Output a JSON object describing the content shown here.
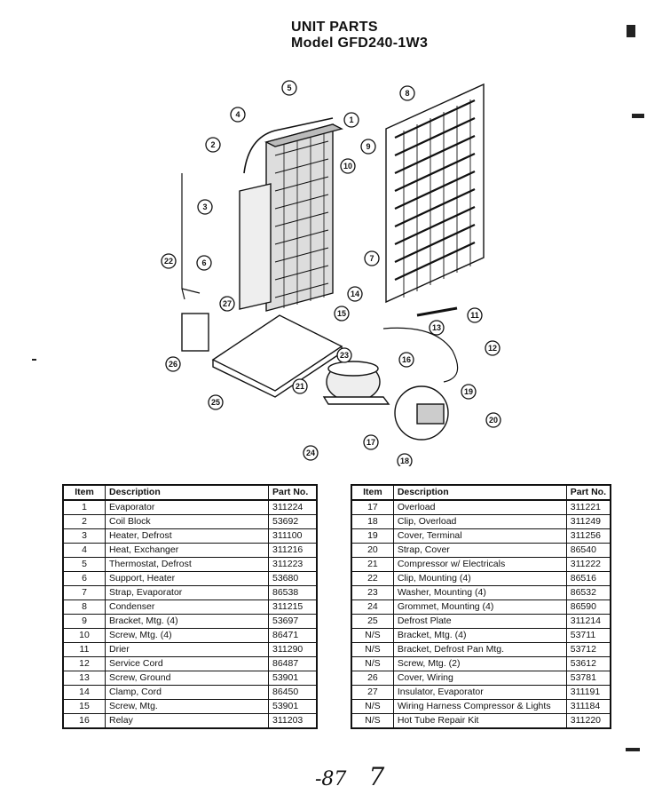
{
  "header": {
    "title_line1": "UNIT PARTS",
    "title_line2": "Model GFD240-1W3"
  },
  "diagram_callouts": [
    "1",
    "2",
    "3",
    "4",
    "5",
    "6",
    "7",
    "8",
    "9",
    "10",
    "11",
    "12",
    "13",
    "14",
    "15",
    "16",
    "17",
    "18",
    "19",
    "20",
    "21",
    "22",
    "23",
    "24",
    "25",
    "26",
    "27"
  ],
  "table_headers": {
    "item": "Item",
    "description": "Description",
    "part_no": "Part No."
  },
  "left_table": [
    {
      "item": "1",
      "description": "Evaporator",
      "part": "311224"
    },
    {
      "item": "2",
      "description": "Coil Block",
      "part": "53692"
    },
    {
      "item": "3",
      "description": "Heater, Defrost",
      "part": "311100"
    },
    {
      "item": "4",
      "description": "Heat, Exchanger",
      "part": "311216"
    },
    {
      "item": "5",
      "description": "Thermostat, Defrost",
      "part": "311223"
    },
    {
      "item": "6",
      "description": "Support, Heater",
      "part": "53680"
    },
    {
      "item": "7",
      "description": "Strap, Evaporator",
      "part": "86538"
    },
    {
      "item": "8",
      "description": "Condenser",
      "part": "311215"
    },
    {
      "item": "9",
      "description": "Bracket, Mtg. (4)",
      "part": "53697"
    },
    {
      "item": "10",
      "description": "Screw, Mtg. (4)",
      "part": "86471"
    },
    {
      "item": "11",
      "description": "Drier",
      "part": "311290"
    },
    {
      "item": "12",
      "description": "Service Cord",
      "part": "86487"
    },
    {
      "item": "13",
      "description": "Screw, Ground",
      "part": "53901"
    },
    {
      "item": "14",
      "description": "Clamp, Cord",
      "part": "86450"
    },
    {
      "item": "15",
      "description": "Screw, Mtg.",
      "part": "53901"
    },
    {
      "item": "16",
      "description": "Relay",
      "part": "311203"
    }
  ],
  "right_table": [
    {
      "item": "17",
      "description": "Overload",
      "part": "311221"
    },
    {
      "item": "18",
      "description": "Clip, Overload",
      "part": "311249"
    },
    {
      "item": "19",
      "description": "Cover, Terminal",
      "part": "311256"
    },
    {
      "item": "20",
      "description": "Strap, Cover",
      "part": "86540"
    },
    {
      "item": "21",
      "description": "Compressor w/ Electricals",
      "part": "311222"
    },
    {
      "item": "22",
      "description": "Clip, Mounting (4)",
      "part": "86516"
    },
    {
      "item": "23",
      "description": "Washer, Mounting (4)",
      "part": "86532"
    },
    {
      "item": "24",
      "description": "Grommet, Mounting (4)",
      "part": "86590"
    },
    {
      "item": "25",
      "description": "Defrost Plate",
      "part": "311214"
    },
    {
      "item": "N/S",
      "description": "Bracket, Mtg. (4)",
      "part": "53711"
    },
    {
      "item": "N/S",
      "description": "Bracket, Defrost Pan Mtg.",
      "part": "53712"
    },
    {
      "item": "N/S",
      "description": "Screw, Mtg. (2)",
      "part": "53612"
    },
    {
      "item": "26",
      "description": "Cover, Wiring",
      "part": "53781"
    },
    {
      "item": "27",
      "description": "Insulator, Evaporator",
      "part": "311191"
    },
    {
      "item": "N/S",
      "description": "Wiring Harness Compressor & Lights",
      "part": "311184"
    },
    {
      "item": "N/S",
      "description": "Hot Tube Repair Kit",
      "part": "311220"
    }
  ],
  "footer": {
    "page_number": "-87",
    "handwritten_mark": "7"
  }
}
